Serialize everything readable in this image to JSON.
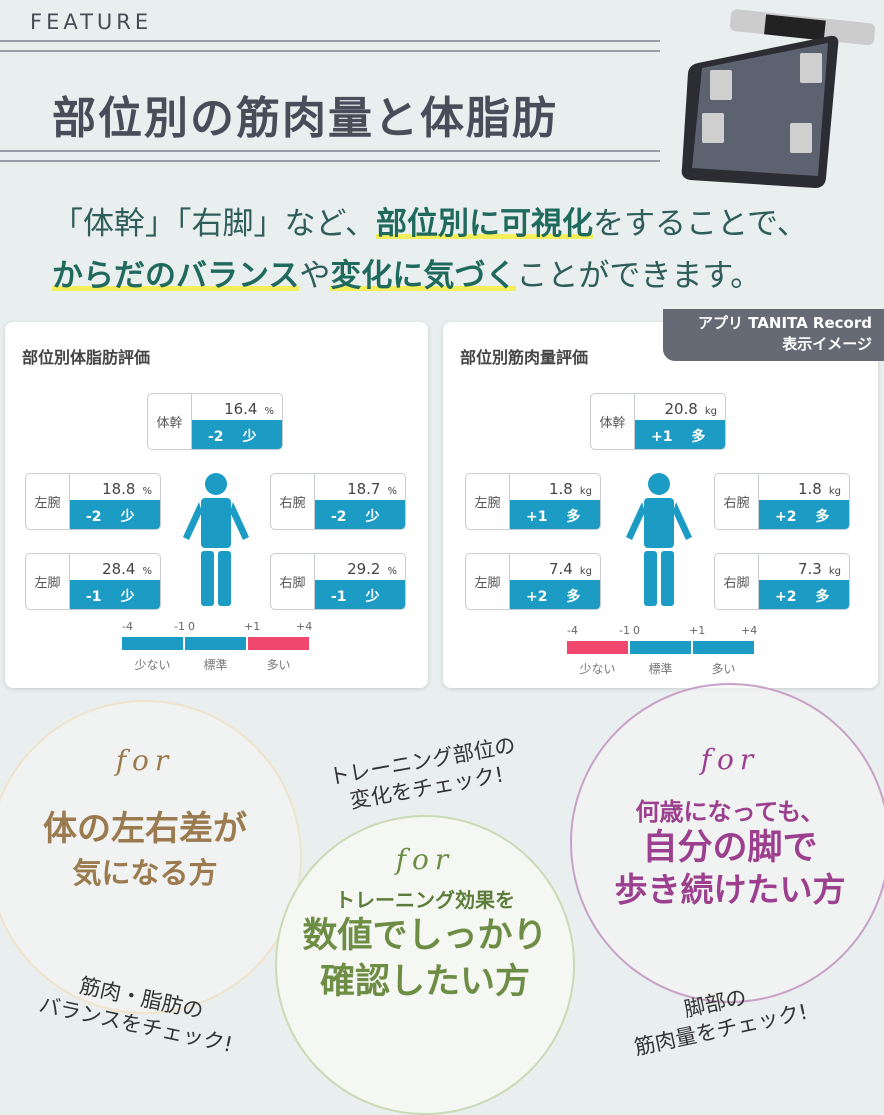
{
  "header": {
    "feature": "FEATURE",
    "title": "部位別の筋肉量と体脂肪"
  },
  "lead": {
    "line1_a": "「体幹」「右脚」など、",
    "line1_b": "部位別に可視化",
    "line1_c": "をすることで、",
    "line2_a": "からだのバランス",
    "line2_b": "や",
    "line2_c": "変化に気づく",
    "line2_d": "ことができます。"
  },
  "badge": {
    "line1": "アプリ TANITA Record",
    "line2": "表示イメージ"
  },
  "colors": {
    "bar_blue": "#1c9bc4",
    "bar_pink": "#f0476e",
    "highlight": "#f4ee5a",
    "brown": "#9a7a4e",
    "green": "#6d8d45",
    "purple": "#9b3f8e"
  },
  "cards": [
    {
      "title": "部位別体脂肪評価",
      "unit": "%",
      "highlight_segment": "多い",
      "boxes": [
        {
          "part": "体幹",
          "value": "16.4",
          "score": "-2",
          "level": "少"
        },
        {
          "part": "左腕",
          "value": "18.8",
          "score": "-2",
          "level": "少"
        },
        {
          "part": "右腕",
          "value": "18.7",
          "score": "-2",
          "level": "少"
        },
        {
          "part": "左脚",
          "value": "28.4",
          "score": "-1",
          "level": "少"
        },
        {
          "part": "右脚",
          "value": "29.2",
          "score": "-1",
          "level": "少"
        }
      ],
      "scale": {
        "ticks": [
          "-4",
          "-1",
          "0",
          "+1",
          "+4"
        ],
        "labels": [
          "少ない",
          "標準",
          "多い"
        ]
      }
    },
    {
      "title": "部位別筋肉量評価",
      "unit": "kg",
      "highlight_segment": "少ない",
      "boxes": [
        {
          "part": "体幹",
          "value": "20.8",
          "score": "+1",
          "level": "多"
        },
        {
          "part": "左腕",
          "value": "1.8",
          "score": "+1",
          "level": "多"
        },
        {
          "part": "右腕",
          "value": "1.8",
          "score": "+2",
          "level": "多"
        },
        {
          "part": "左脚",
          "value": "7.4",
          "score": "+2",
          "level": "多"
        },
        {
          "part": "右脚",
          "value": "7.3",
          "score": "+2",
          "level": "多"
        }
      ],
      "scale": {
        "ticks": [
          "-4",
          "-1",
          "0",
          "+1",
          "+4"
        ],
        "labels": [
          "少ない",
          "標準",
          "多い"
        ]
      }
    }
  ],
  "targets": [
    {
      "for": "for",
      "lines": [
        "体の左右差が",
        "気になる方"
      ],
      "check": [
        "筋肉・脂肪の",
        "バランスをチェック!"
      ]
    },
    {
      "for": "for",
      "sub": "トレーニング効果を",
      "lines": [
        "数値でしっかり",
        "確認したい方"
      ],
      "check": [
        "トレーニング部位の",
        "変化をチェック!"
      ]
    },
    {
      "for": "for",
      "sub": "何歳になっても、",
      "lines": [
        "自分の脚で",
        "歩き続けたい方"
      ],
      "check": [
        "脚部の",
        "筋肉量をチェック!"
      ]
    }
  ]
}
